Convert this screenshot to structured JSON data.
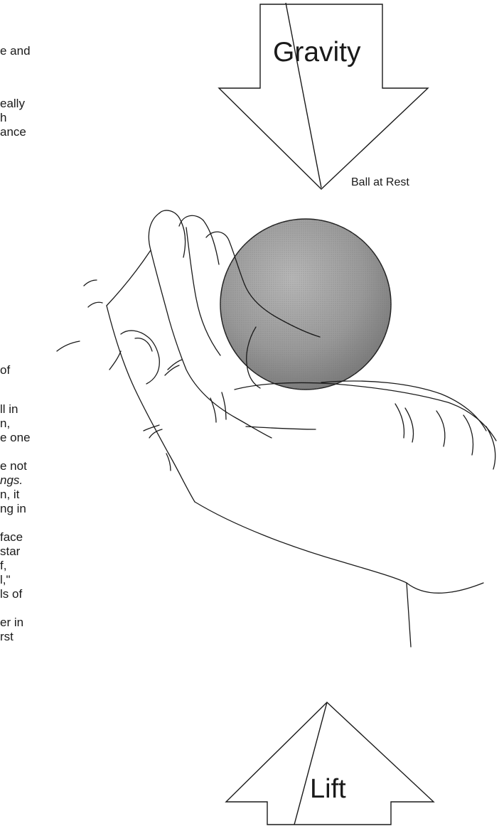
{
  "diagram": {
    "gravity_label": "Gravity",
    "lift_label": "Lift",
    "ball_caption": "Ball at Rest"
  },
  "text_fragments": [
    "e and",
    "eally",
    "h",
    "ance",
    "of",
    "ll in",
    "n,",
    "e one",
    "e not",
    "ngs.",
    "n, it",
    "ng in",
    "face",
    "star",
    "f,",
    "l,\"",
    "ls of",
    "er in",
    "rst"
  ]
}
